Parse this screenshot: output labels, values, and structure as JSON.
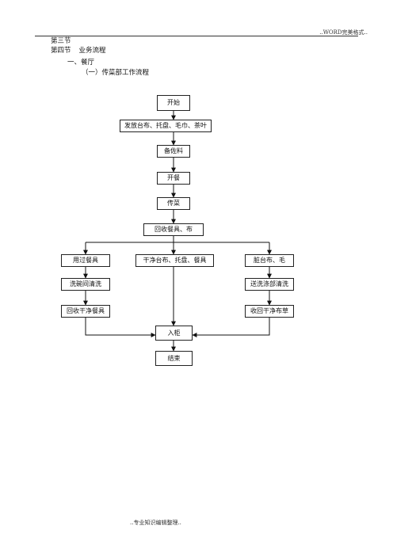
{
  "header": {
    "text": "..WORD完美格式.."
  },
  "footer": {
    "text": "..专业知识编辑整理.."
  },
  "outline": {
    "section3": "第三节",
    "section4_num": "第四节",
    "section4_title": "业务流程",
    "sub1": "一、餐厅",
    "sub1_1": "（一）传菜部工作流程"
  },
  "flowchart": {
    "start": "开始",
    "step1": "发放台布、托盘、毛巾、茶叶",
    "step2": "备佐料",
    "step3": "开餐",
    "step4": "传菜",
    "step5": "回收餐具、布",
    "branch_left": "用过餐具",
    "branch_mid": "干净台布、托盘、餐具",
    "branch_right": "脏台布、毛",
    "left2": "洗碗间清洗",
    "right2": "送洗涤部清洗",
    "left3": "回收干净餐具",
    "right3": "收回干净布草",
    "merge": "入柜",
    "end": "结束"
  }
}
